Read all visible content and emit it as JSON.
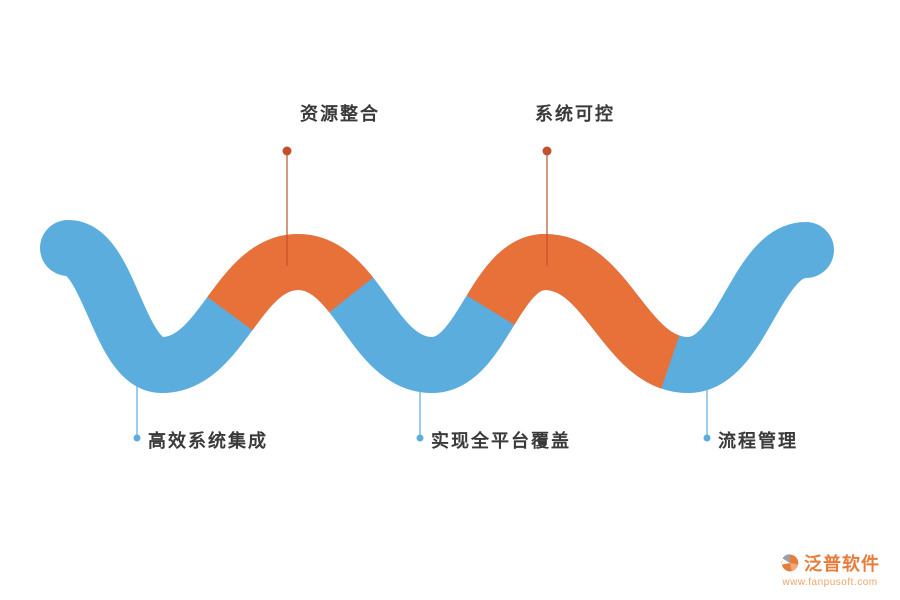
{
  "colors": {
    "blue": "#5badde",
    "orange": "#e8713a",
    "callout_orange": "#c2512b",
    "text": "#3a3a3a",
    "logo_orange": "#e87c3c",
    "logo_url_orange": "#f0a468"
  },
  "callouts": {
    "top": [
      {
        "label": "资源整合"
      },
      {
        "label": "系统可控"
      }
    ],
    "bottom": [
      {
        "label": "高效系统集成"
      },
      {
        "label": "实现全平台覆盖"
      },
      {
        "label": "流程管理"
      }
    ]
  },
  "logo": {
    "name": "泛普软件",
    "url": "www.fanpusoft.com"
  }
}
